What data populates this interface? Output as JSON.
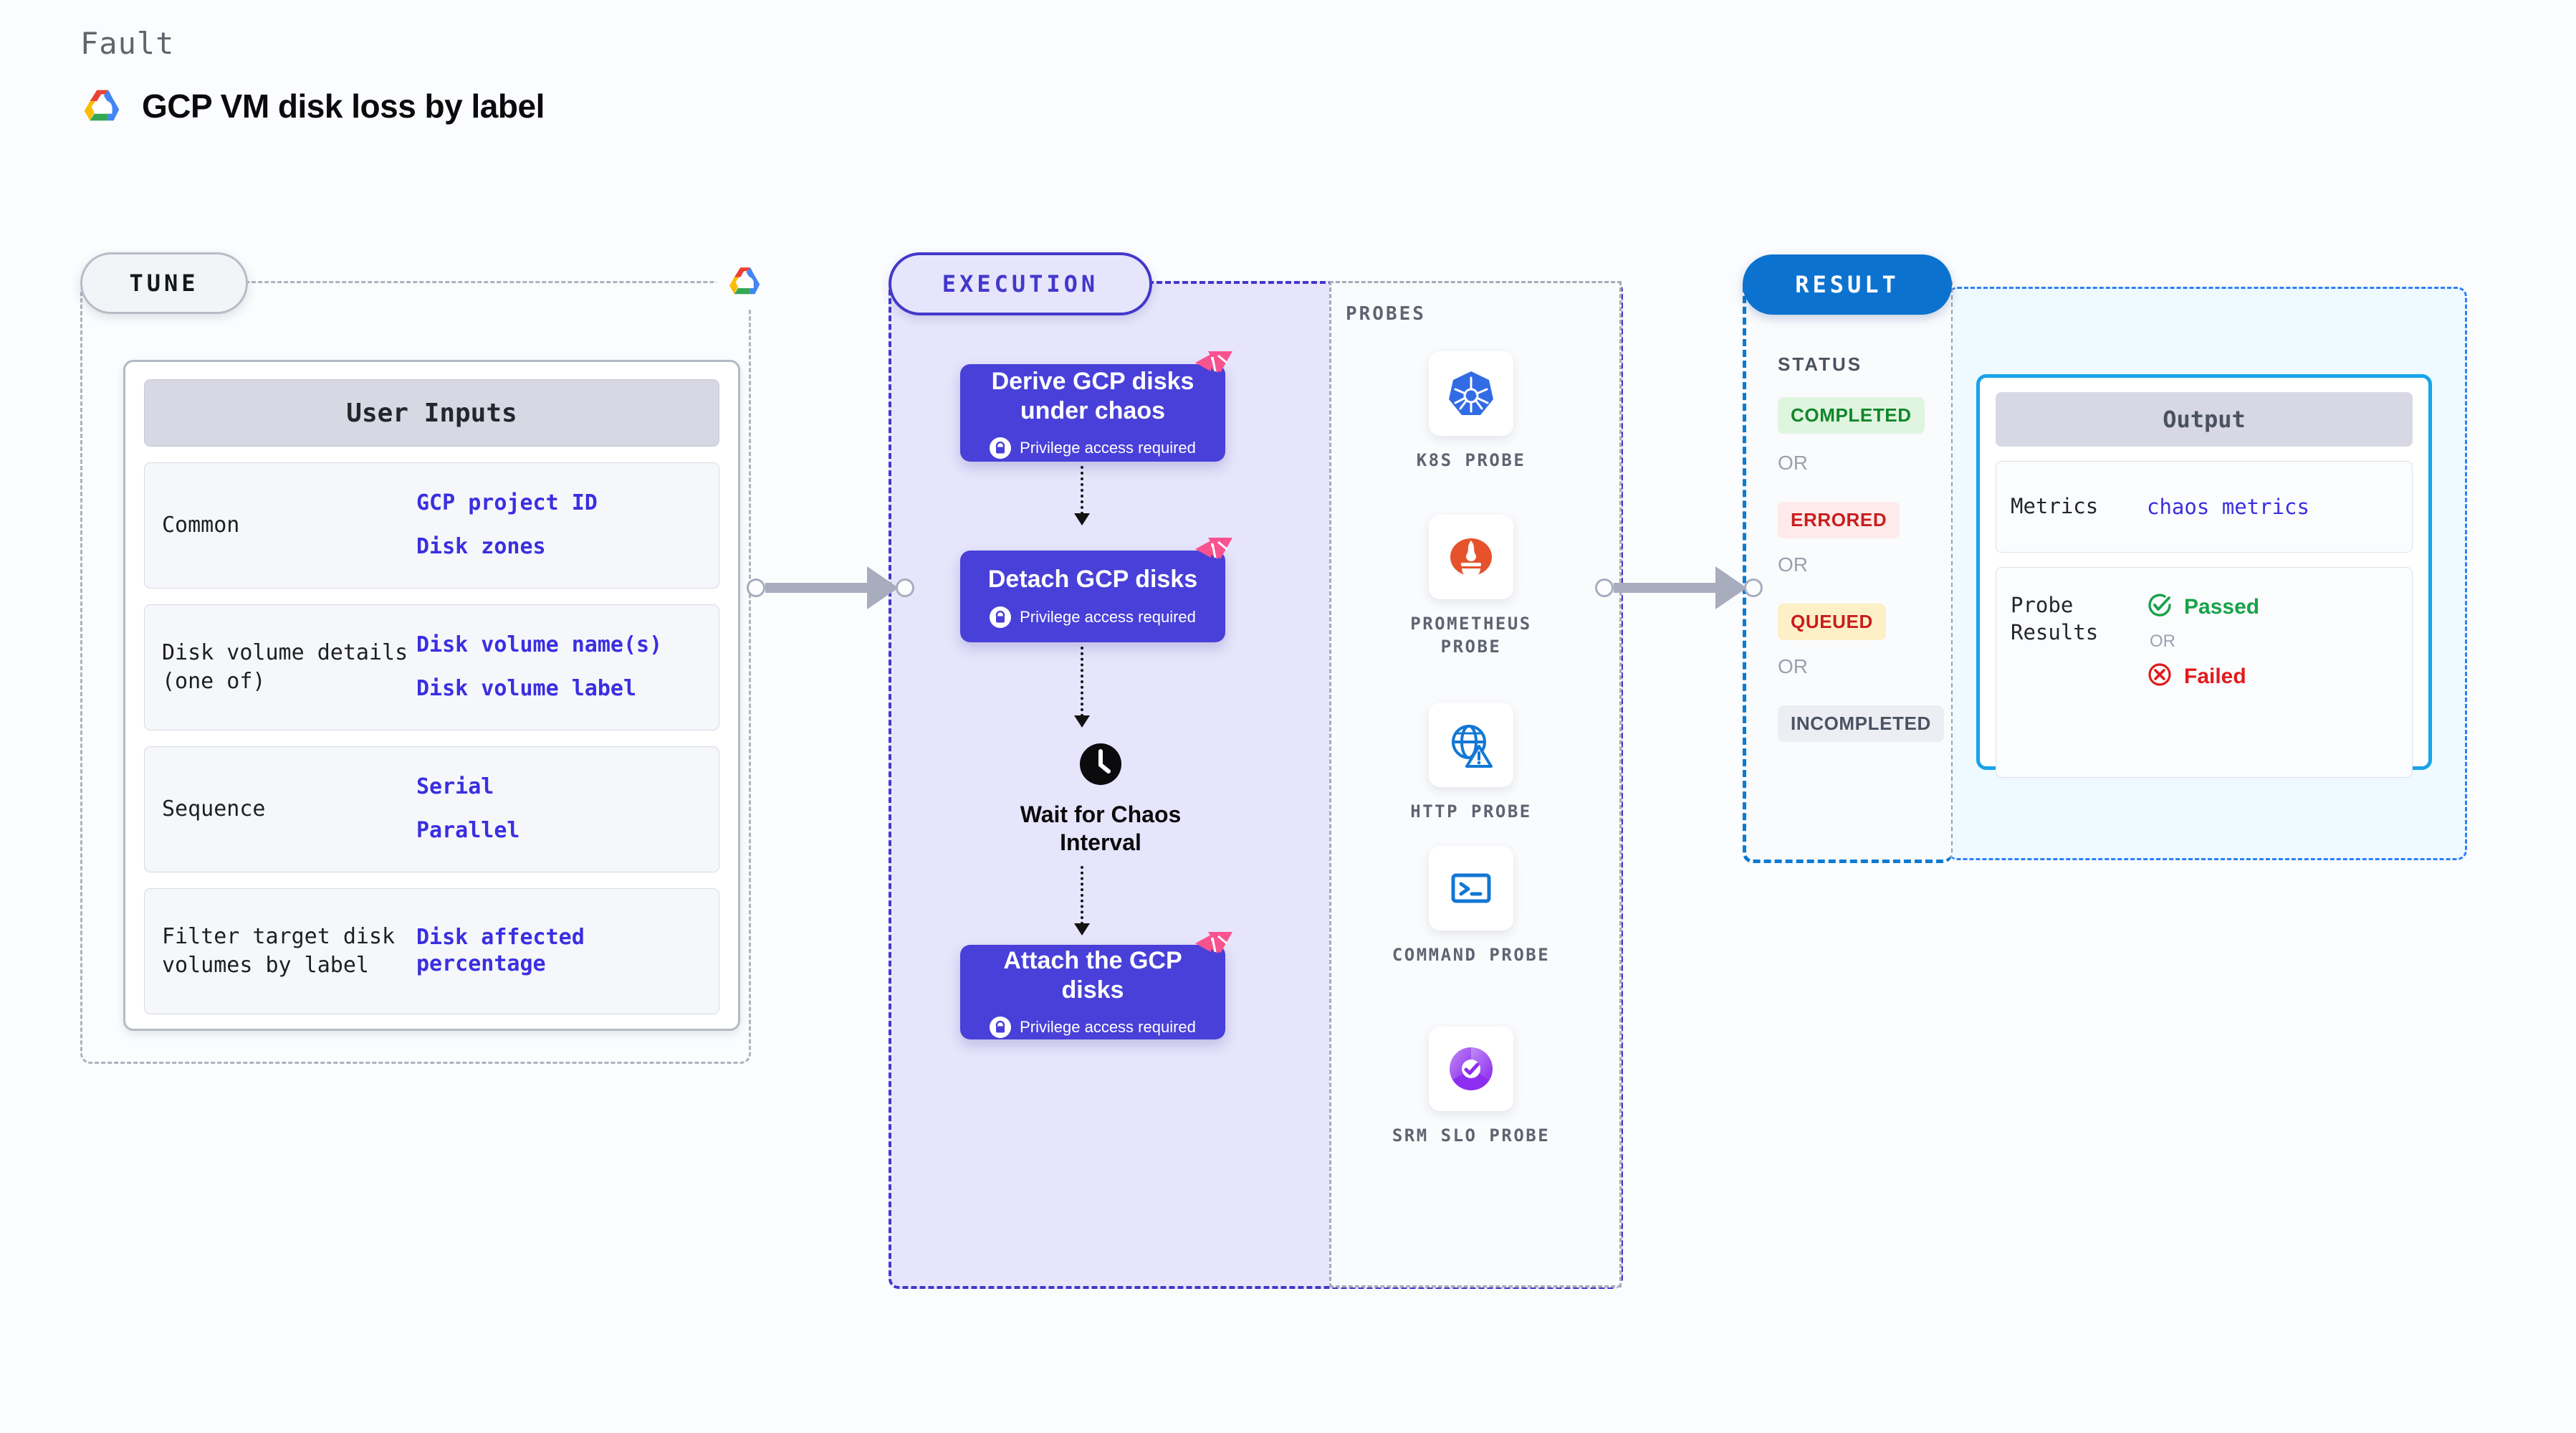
{
  "header": {
    "kicker": "Fault",
    "title": "GCP VM disk loss by label",
    "logo_icon": "gcp-logo-icon"
  },
  "tune": {
    "label": "TUNE",
    "edge_logo_icon": "gcp-logo-icon",
    "card_title": "User Inputs",
    "rows": [
      {
        "key": "Common",
        "values": [
          "GCP project ID",
          "Disk zones"
        ]
      },
      {
        "key": "Disk volume details (one of)",
        "values": [
          "Disk volume name(s)",
          "Disk volume label"
        ]
      },
      {
        "key": "Sequence",
        "values": [
          "Serial",
          "Parallel"
        ]
      },
      {
        "key": "Filter target disk volumes by label",
        "values": [
          "Disk affected percentage"
        ]
      }
    ]
  },
  "execution": {
    "label": "EXECUTION",
    "privilege_note": "Privilege access required",
    "blocks": [
      {
        "title": "Derive GCP disks under chaos",
        "privileged": true,
        "badge_icon": "harness-flag-icon"
      },
      {
        "title": "Detach GCP disks",
        "privileged": true,
        "badge_icon": "harness-flag-icon"
      },
      {
        "title": "Attach the GCP disks",
        "privileged": true,
        "badge_icon": "harness-flag-icon"
      }
    ],
    "wait": {
      "label": "Wait for Chaos Interval",
      "icon": "clock-icon"
    }
  },
  "probes": {
    "title": "PROBES",
    "items": [
      {
        "name": "K8S PROBE",
        "icon": "kubernetes-icon"
      },
      {
        "name": "PROMETHEUS PROBE",
        "icon": "prometheus-icon"
      },
      {
        "name": "HTTP PROBE",
        "icon": "globe-warning-icon"
      },
      {
        "name": "COMMAND PROBE",
        "icon": "terminal-icon"
      },
      {
        "name": "SRM SLO PROBE",
        "icon": "srm-slo-icon"
      }
    ]
  },
  "result": {
    "label": "RESULT",
    "status_title": "STATUS",
    "or_text": "OR",
    "statuses": [
      {
        "label": "COMPLETED",
        "bg": "#dff5e0",
        "fg": "#12862a"
      },
      {
        "label": "ERRORED",
        "bg": "#fdeaea",
        "fg": "#c91d1d"
      },
      {
        "label": "QUEUED",
        "bg": "#fdf0c7",
        "fg": "#c91d1d"
      },
      {
        "label": "INCOMPLETED",
        "bg": "#eceef4",
        "fg": "#4b5261"
      }
    ],
    "output": {
      "card_title": "Output",
      "metrics_key": "Metrics",
      "metrics_value": "chaos metrics",
      "probe_key": "Probe Results",
      "passed_label": "Passed",
      "passed_icon": "check-circle-icon",
      "failed_label": "Failed",
      "failed_icon": "x-circle-icon",
      "or_text": "OR"
    }
  },
  "colors": {
    "accent_indigo": "#4840d8",
    "accent_blue": "#0b72cf",
    "link_blue": "#3a2fe0",
    "pink_badge": "#f9538f",
    "pass_green": "#16a34a",
    "fail_red": "#e01b1b"
  }
}
